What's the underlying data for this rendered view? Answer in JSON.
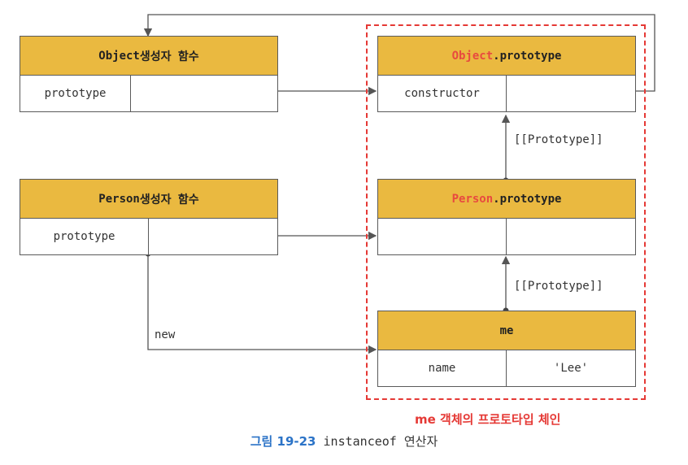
{
  "object_ctor": {
    "header_name": "Object",
    "header_suffix": " 생성자 함수",
    "prop_label": "prototype"
  },
  "person_ctor": {
    "header_name": "Person",
    "header_suffix": " 생성자 함수",
    "prop_label": "prototype"
  },
  "object_proto": {
    "header_hl": "Object",
    "header_rest": ".prototype",
    "prop_label": "constructor"
  },
  "person_proto": {
    "header_hl": "Person",
    "header_rest": ".prototype"
  },
  "me_obj": {
    "header": "me",
    "prop_label": "name",
    "prop_value": "'Lee'"
  },
  "labels": {
    "proto_link_upper": "[[Prototype]]",
    "proto_link_lower": "[[Prototype]]",
    "new_label": "new"
  },
  "chain_caption": "me 객체의 프로토타입 체인",
  "figure": {
    "number": "그림 19-23",
    "title": " instanceof 연산자"
  },
  "colors": {
    "header_fill": "#eab940",
    "highlight": "#e84a3f",
    "dashed_border": "#e53935",
    "caption_blue": "#2b73c7"
  }
}
